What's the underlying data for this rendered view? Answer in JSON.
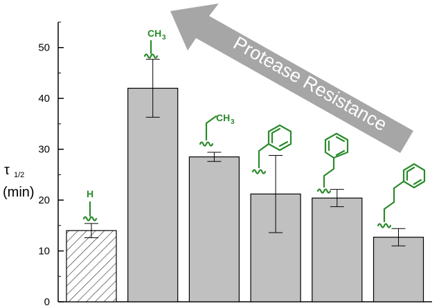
{
  "chart_data": {
    "type": "bar",
    "categories": [
      "H",
      "CH3",
      "ethyl",
      "benzyl",
      "phenethyl",
      "phenylpropyl"
    ],
    "values": [
      14.0,
      42.0,
      28.5,
      21.2,
      20.4,
      12.7
    ],
    "errors": [
      1.4,
      5.7,
      0.9,
      7.6,
      1.7,
      1.7
    ],
    "ylabel_main": "τ",
    "ylabel_sub": "1/2",
    "ylabel_unit": "(min)",
    "ylim": [
      0,
      55
    ],
    "yticks": [
      0,
      10,
      20,
      30,
      40,
      50
    ],
    "bar_color": "#c0c0c0",
    "first_bar_pattern": "hatched",
    "arrow_label": "Protease Resistance",
    "arrow_color": "#a6a6a6",
    "substituent_color": "#2a8a2a",
    "substituent_labels": {
      "hydrogen": "H",
      "methyl": "CH",
      "methyl_sub": "3",
      "ethyl": "CH",
      "ethyl_sub": "3"
    },
    "grid": false,
    "legend": "none"
  }
}
